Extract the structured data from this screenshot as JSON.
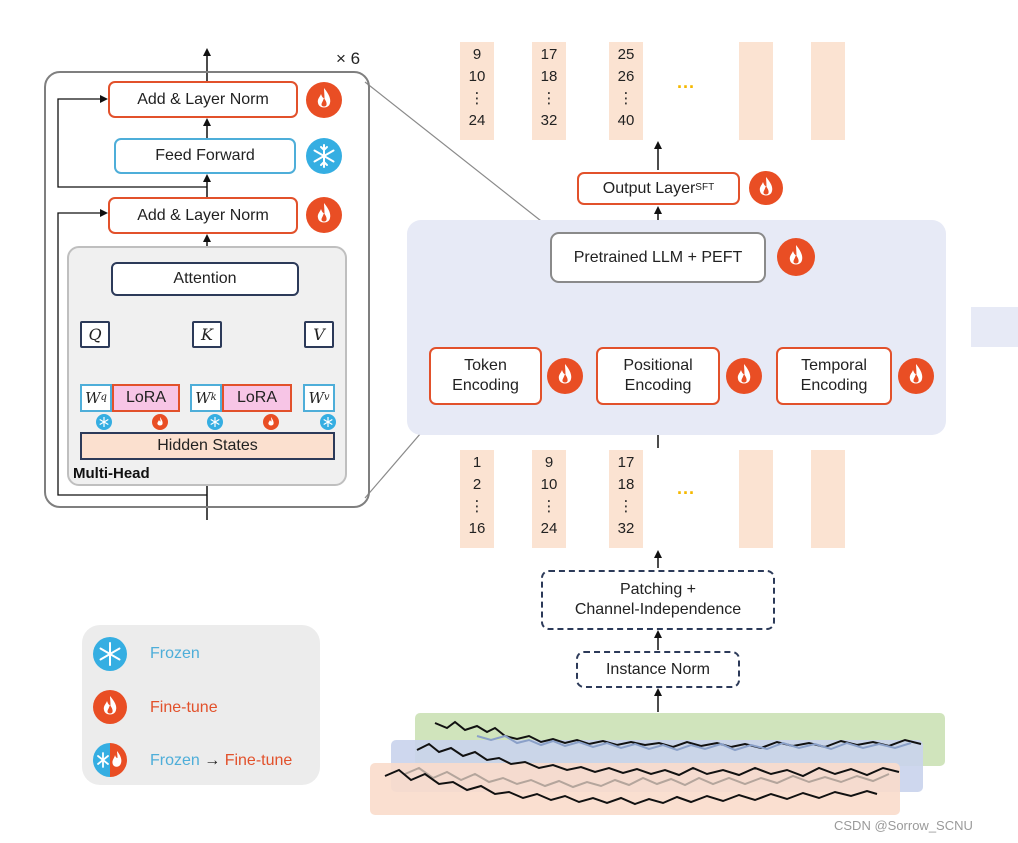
{
  "encoder": {
    "repeat_label": "× 6",
    "add_norm_top": "Add & Layer Norm",
    "feed_forward": "Feed Forward",
    "add_norm_bottom": "Add & Layer Norm",
    "attention": "Attention",
    "q": "Q",
    "k": "K",
    "v": "V",
    "wq": "W",
    "wq_sub": "q",
    "wk": "W",
    "wk_sub": "k",
    "wv": "W",
    "wv_sub": "v",
    "lora_1": "LoRA",
    "lora_2": "LoRA",
    "hidden_states": "Hidden States",
    "multi_head": "Multi-Head"
  },
  "pipeline": {
    "output_layer": "Output Layer",
    "output_layer_sub": "SFT",
    "pretrained": "Pretrained LLM + PEFT",
    "token_encoding": "Token\nEncoding",
    "positional_encoding": "Positional\nEncoding",
    "temporal_encoding": "Temporal\nEncoding",
    "patching": "Patching +\nChannel-Independence",
    "instance_norm": "Instance Norm"
  },
  "output_patches": [
    {
      "top": "9",
      "mid": "10",
      "dots": "⋮",
      "bottom": "24"
    },
    {
      "top": "17",
      "mid": "18",
      "dots": "⋮",
      "bottom": "32"
    },
    {
      "top": "25",
      "mid": "26",
      "dots": "⋮",
      "bottom": "40"
    }
  ],
  "input_patches": [
    {
      "top": "1",
      "mid": "2",
      "dots": "⋮",
      "bottom": "16"
    },
    {
      "top": "9",
      "mid": "10",
      "dots": "⋮",
      "bottom": "24"
    },
    {
      "top": "17",
      "mid": "18",
      "dots": "⋮",
      "bottom": "32"
    }
  ],
  "ellipsis": "...",
  "legend": {
    "frozen": "Frozen",
    "finetune": "Fine-tune",
    "frozen_to": "Frozen",
    "arrow": "→",
    "to_finetune": "Fine-tune"
  },
  "watermark": "CSDN @Sorrow_SCNU",
  "colors": {
    "fire": "#e94e24",
    "ice": "#35aee2",
    "orange_border": "#e2512b",
    "navy": "#2c3a59",
    "panel": "#e7eaf6",
    "patch": "#fbe3d2",
    "legend_frozen_text": "#4eaed9",
    "legend_finetune_text": "#e2512b"
  }
}
